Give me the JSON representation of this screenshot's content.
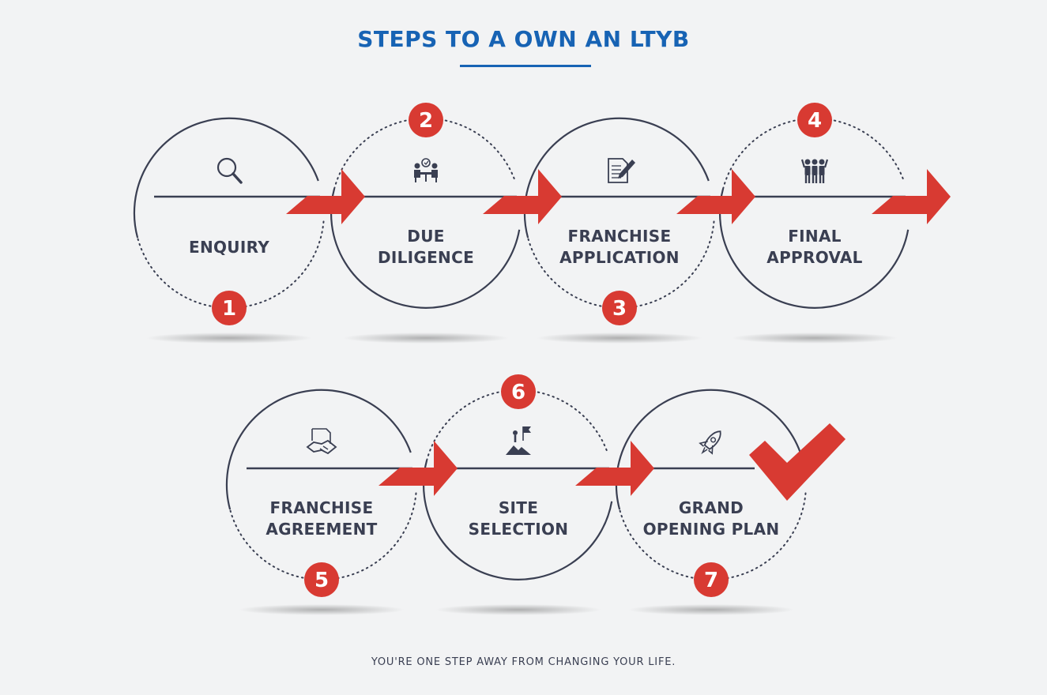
{
  "title": "STEPS TO A OWN AN LTYB",
  "tagline": "YOU'RE ONE STEP AWAY FROM CHANGING YOUR LIFE.",
  "colors": {
    "title_blue": "#1763b4",
    "accent_red": "#d83a32",
    "ink": "#3a3f52",
    "background": "#f2f3f4"
  },
  "steps": [
    {
      "number": "1",
      "line1": "ENQUIRY",
      "line2": "",
      "icon": "magnifier-icon"
    },
    {
      "number": "2",
      "line1": "DUE",
      "line2": "DILIGENCE",
      "icon": "meeting-icon"
    },
    {
      "number": "3",
      "line1": "FRANCHISE",
      "line2": "APPLICATION",
      "icon": "document-pen-icon"
    },
    {
      "number": "4",
      "line1": "FINAL",
      "line2": "APPROVAL",
      "icon": "team-icon"
    },
    {
      "number": "5",
      "line1": "FRANCHISE",
      "line2": "AGREEMENT",
      "icon": "handshake-icon"
    },
    {
      "number": "6",
      "line1": "SITE",
      "line2": "SELECTION",
      "icon": "summit-flag-icon"
    },
    {
      "number": "7",
      "line1": "GRAND",
      "line2": "OPENING PLAN",
      "icon": "rocket-icon"
    }
  ],
  "final_mark": "checkmark-icon"
}
